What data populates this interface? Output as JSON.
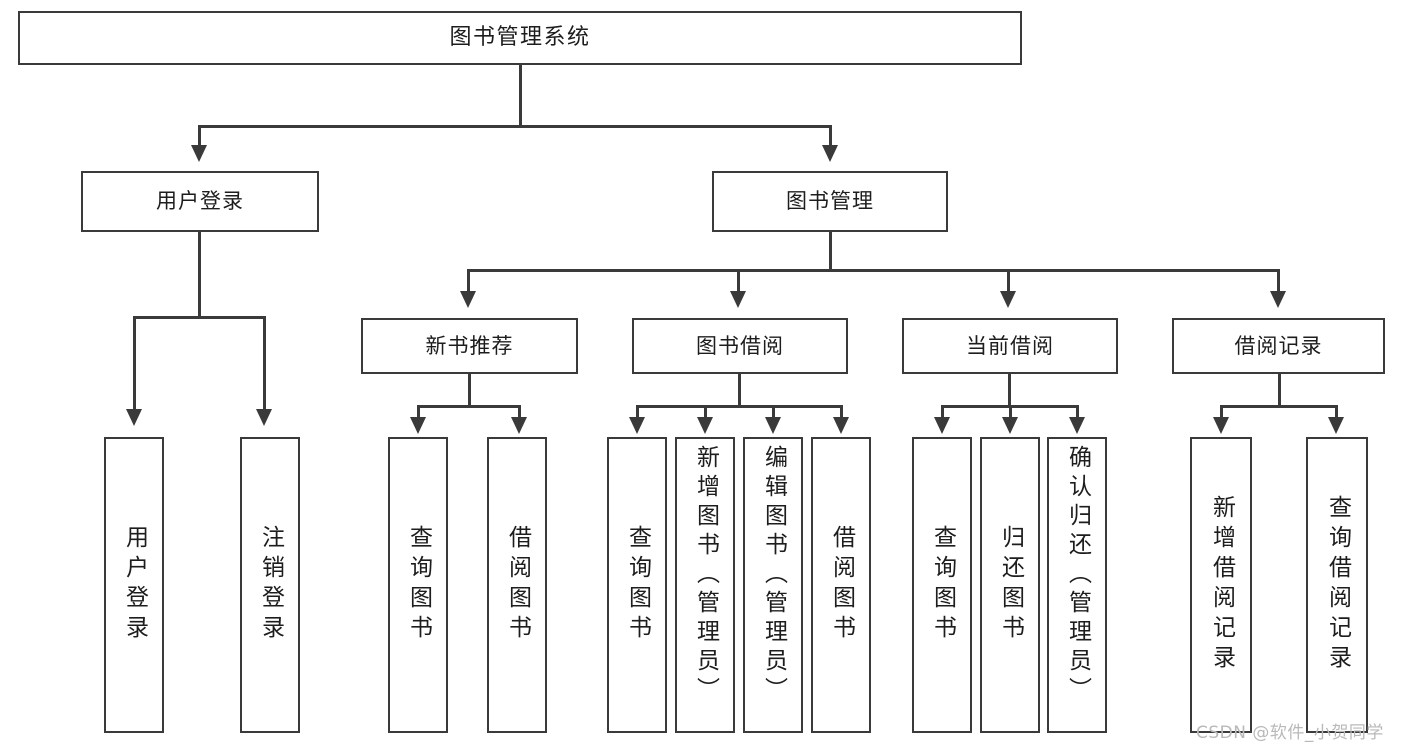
{
  "diagram": {
    "title": "图书管理系统",
    "type": "functional-decomposition-tree",
    "levels": 4,
    "root": {
      "label": "图书管理系统"
    },
    "level2": [
      {
        "label": "用户登录"
      },
      {
        "label": "图书管理"
      }
    ],
    "level3": [
      {
        "label": "新书推荐"
      },
      {
        "label": "图书借阅"
      },
      {
        "label": "当前借阅"
      },
      {
        "label": "借阅记录"
      }
    ],
    "leaves": {
      "user_login": [
        {
          "label": "用户登录"
        },
        {
          "label": "注销登录"
        }
      ],
      "new_book_recommend": [
        {
          "label": "查询图书"
        },
        {
          "label": "借阅图书"
        }
      ],
      "book_borrow": [
        {
          "label": "查询图书"
        },
        {
          "label": "新增图书（管理员）"
        },
        {
          "label": "编辑图书（管理员）"
        },
        {
          "label": "借阅图书"
        }
      ],
      "current_borrow": [
        {
          "label": "查询图书"
        },
        {
          "label": "归还图书"
        },
        {
          "label": "确认归还（管理员）"
        }
      ],
      "borrow_record": [
        {
          "label": "新增借阅记录"
        },
        {
          "label": "查询借阅记录"
        }
      ]
    }
  },
  "watermark": {
    "text": "CSDN @软件_小贺同学"
  },
  "colors": {
    "stroke": "#3a3a3a",
    "background": "#ffffff",
    "text": "#1d1d1d",
    "watermark": "#b9b9b9"
  }
}
